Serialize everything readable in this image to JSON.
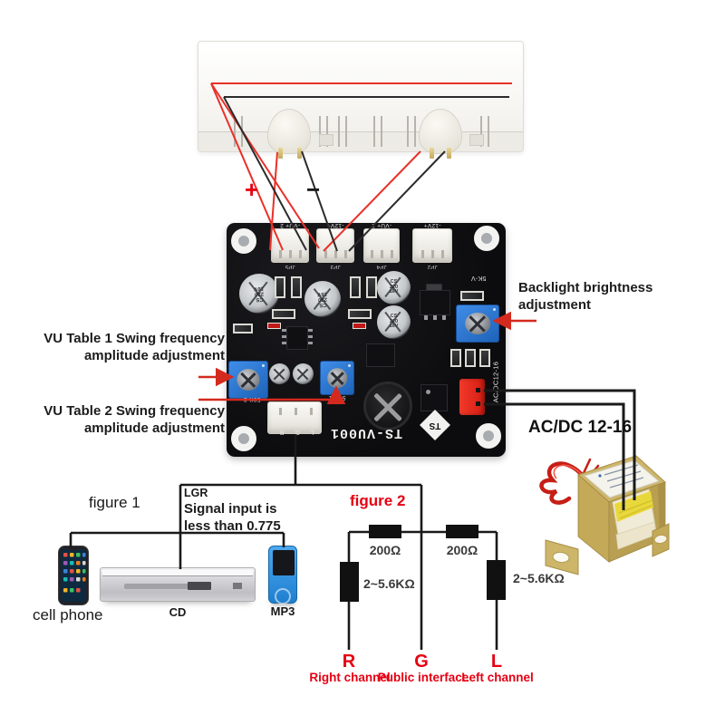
{
  "meter": {
    "plus": "+",
    "minus": "−"
  },
  "board": {
    "connectors": [
      {
        "header": "-VU+ 2",
        "jp": "JP5"
      },
      {
        "header": "-12V+",
        "jp": "JP3"
      },
      {
        "header": "-VU+ 1",
        "jp": "JP4"
      },
      {
        "header": "-12V+",
        "jp": "JP2"
      }
    ],
    "cap_line1": "CS",
    "cap_line2": "220",
    "cap_line3": "16V",
    "trimmer_vu2_silk": "50K-2",
    "trimmer_vu1_silk": "50K-1",
    "trimmer_backlight_silk": "5K-V",
    "power_silk": "AC/DC12-16",
    "input_silk": "L G R",
    "model": "TS-VU001",
    "logo": "TS"
  },
  "annotations": {
    "backlight": "Backlight brightness adjustment",
    "vu1_line1": "VU Table 1 Swing frequency",
    "vu1_line2": "amplitude adjustment",
    "vu2_line1": "VU Table 2 Swing frequency",
    "vu2_line2": "amplitude adjustment",
    "power": "AC/DC 12-16"
  },
  "figure1": {
    "title": "figure 1",
    "lgr": "LGR",
    "note_line1": "Signal input is",
    "note_line2": "less than 0.775",
    "devices": [
      {
        "label": "cell phone"
      },
      {
        "label": "CD"
      },
      {
        "label": "MP3"
      }
    ]
  },
  "figure2": {
    "title": "figure 2",
    "series_resistor": "200Ω",
    "shunt_resistor": "2~5.6KΩ",
    "terminals": [
      {
        "letter": "R",
        "label": "Right channel"
      },
      {
        "letter": "G",
        "label": "Public interface"
      },
      {
        "letter": "L",
        "label": "Left channel"
      }
    ]
  },
  "colors": {
    "accent_red": "#e60012",
    "wire_black": "#1a1a1a",
    "wire_red": "#e8312a",
    "arrow_red": "#d42a1e",
    "trimmer_blue": "#2b7de0",
    "connector_red": "#e32119",
    "brass": "#c8b065"
  }
}
